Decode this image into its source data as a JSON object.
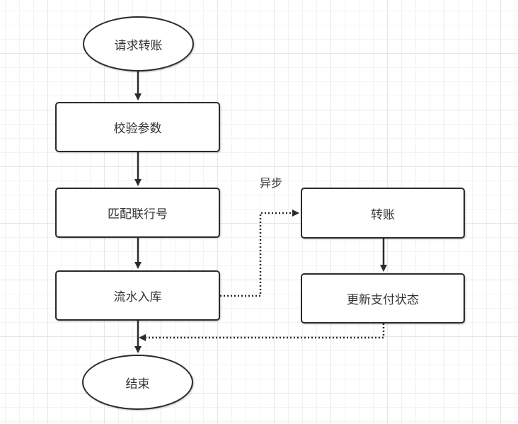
{
  "diagram": {
    "nodes": {
      "start": "请求转账",
      "validate": "校验参数",
      "match_bank": "匹配联行号",
      "record": "流水入库",
      "end": "结束",
      "transfer": "转账",
      "update_status": "更新支付状态"
    },
    "edge_labels": {
      "async": "异步"
    },
    "colors": {
      "stroke": "#2b2b2b",
      "text": "#333333",
      "grid": "#e6e6e6",
      "background": "#ffffff"
    }
  }
}
